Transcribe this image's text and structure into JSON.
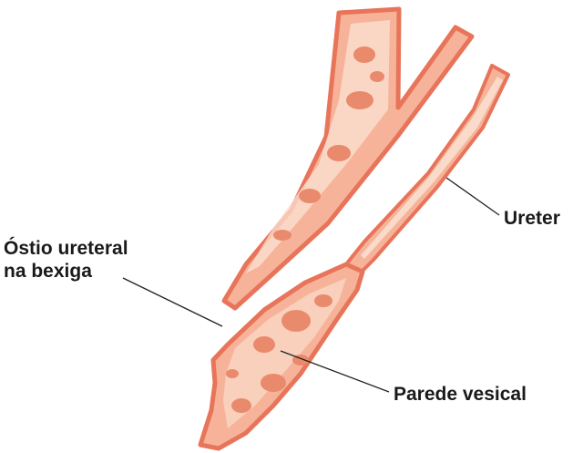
{
  "labels": {
    "ureter": "Ureter",
    "ostio_line1": "Óstio ureteral",
    "ostio_line2": "na bexiga",
    "parede": "Parede vesical"
  },
  "colors": {
    "wall_outer": "#e8745a",
    "wall_fill": "#f6b39a",
    "wall_light": "#fbe3d3",
    "blob": "#ea8a6c",
    "leader": "#222222"
  }
}
